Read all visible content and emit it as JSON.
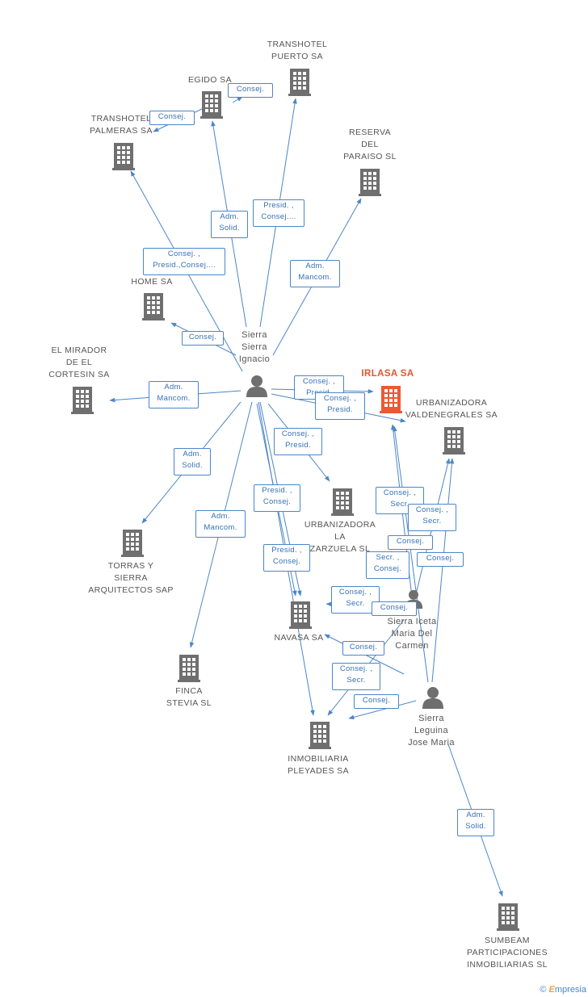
{
  "colors": {
    "edge": "#4a86c8",
    "company_icon": "#6f6f6f",
    "focus_icon": "#ec5a32",
    "person_icon": "#6f6f6f"
  },
  "nodes": {
    "transhotel_puerto": {
      "label": "TRANSHOTEL\nPUERTO SA",
      "icon": "building-icon"
    },
    "egido": {
      "label": "EGIDO SA",
      "icon": "building-icon"
    },
    "transhotel_palmeras": {
      "label": "TRANSHOTEL\nPALMERAS SA",
      "icon": "building-icon"
    },
    "reserva_paraiso": {
      "label": "RESERVA\nDEL\nPARAISO SL",
      "icon": "building-icon"
    },
    "s_home": {
      "label": "S\nHOME SA",
      "icon": "building-icon"
    },
    "el_mirador": {
      "label": "EL MIRADOR\nDE EL\nCORTESIN SA",
      "icon": "building-icon"
    },
    "sierra_ignacio": {
      "label": "Sierra\nSierra\nIgnacio",
      "icon": "person-icon"
    },
    "irlasa": {
      "label": "IRLASA SA",
      "icon": "building-icon"
    },
    "urb_valdenegrales": {
      "label": "URBANIZADORA\nVALDENEGRALES SA",
      "icon": "building-icon"
    },
    "urb_zarzuela": {
      "label": "URBANIZADORA\nLA\nZARZUELA SL",
      "icon": "building-icon"
    },
    "torras_sierra": {
      "label": "TORRAS Y\nSIERRA\nARQUITECTOS SAP",
      "icon": "building-icon"
    },
    "navasa": {
      "label": "NAVASA SA",
      "icon": "building-icon"
    },
    "sierra_iceta": {
      "label": "Sierra Iceta\nMaria Del\nCarmen",
      "icon": "person-icon"
    },
    "finca_stevia": {
      "label": "FINCA\nSTEVIA SL",
      "icon": "building-icon"
    },
    "sierra_leguina": {
      "label": "Sierra\nLeguina\nJose Maria",
      "icon": "person-icon"
    },
    "inmobiliaria_pleyades": {
      "label": "INMOBILIARIA\nPLEYADES SA",
      "icon": "building-icon"
    },
    "sumbeam": {
      "label": "SUMBEAM\nPARTICIPACIONES\nINMOBILIARIAS SL",
      "icon": "building-icon"
    }
  },
  "edge_labels": [
    "Consej.",
    "Consej.",
    "Presid. ,\nConsej....",
    "Adm.\nSolid.",
    "Consej. ,\nPresid.,Consej....",
    "Adm.\nMancom.",
    "Consej.",
    "Adm.\nMancom.",
    "Consej. ,\nPresid.",
    "Consej. ,\nPresid.",
    "Consej. ,\nPresid.",
    "Adm.\nSolid.",
    "Presid. ,\nConsej.",
    "Adm.\nMancom.",
    "Presid. ,\nConsej.",
    "Consej. ,\nSecr.",
    "Consej. ,\nSecr.",
    "Consej.",
    "Secr. ,\nConsej.",
    "Consej.",
    "Consej. ,\nSecr.",
    "Consej.",
    "Consej.",
    "Consej. ,\nSecr.",
    "Consej.",
    "Adm.\nSolid."
  ],
  "footer": {
    "copyright": "©",
    "brand_first": "E",
    "brand_rest": "mpresia"
  }
}
